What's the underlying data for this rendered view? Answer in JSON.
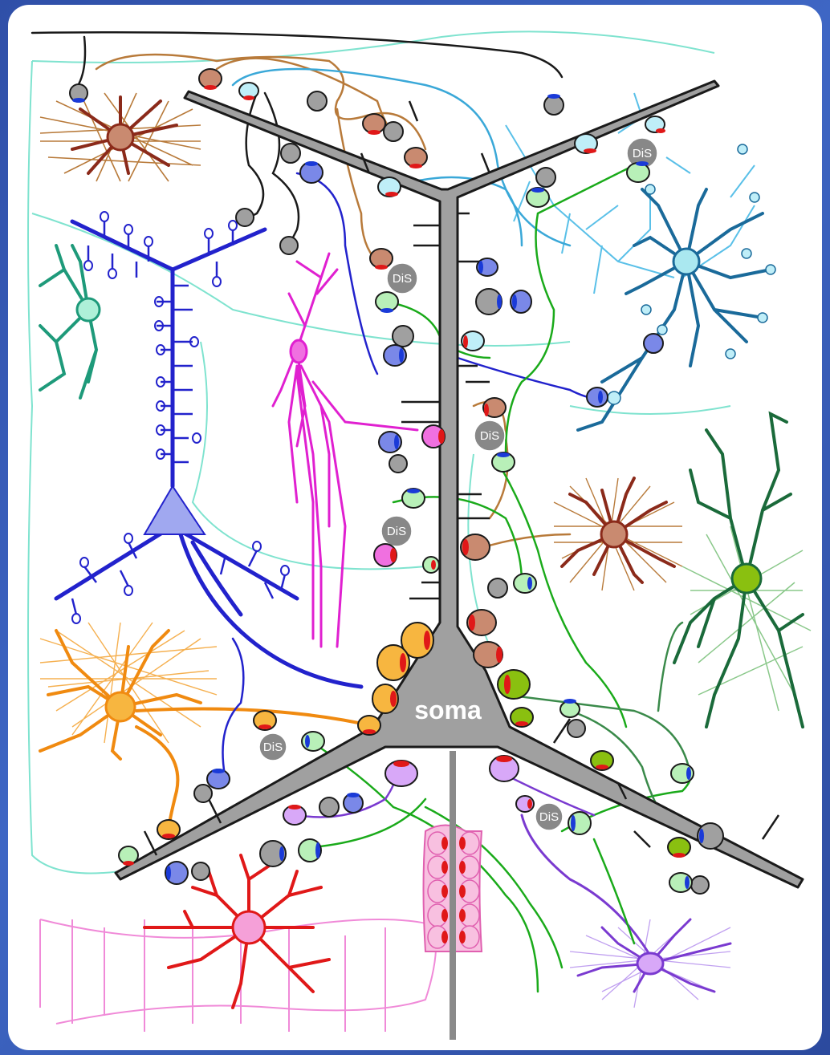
{
  "labels": {
    "soma": "soma",
    "dis": "DiS"
  },
  "colors": {
    "pyramidal": "#a0a0a0",
    "outline": "#1a1a1a",
    "blue_neuron": "#2222cc",
    "magenta_neuron": "#e020d0",
    "teal_neuron": "#1e9a7a",
    "brown_cell": "#8b2a1a",
    "tan_fibers": "#b87a3a",
    "light_blue": "#3aa8d8",
    "dark_teal": "#1a6a9a",
    "green": "#1aaa1a",
    "dark_green": "#1a6a3a",
    "orange": "#f08a10",
    "red": "#e01818",
    "pink": "#f070c8",
    "purple": "#7a3ad0",
    "bouton_red": "#e01818",
    "bouton_blue": "#1a3ad8"
  },
  "icons": [
    "pyramidal-neuron",
    "interneuron",
    "astrocyte",
    "synapse-bouton"
  ]
}
